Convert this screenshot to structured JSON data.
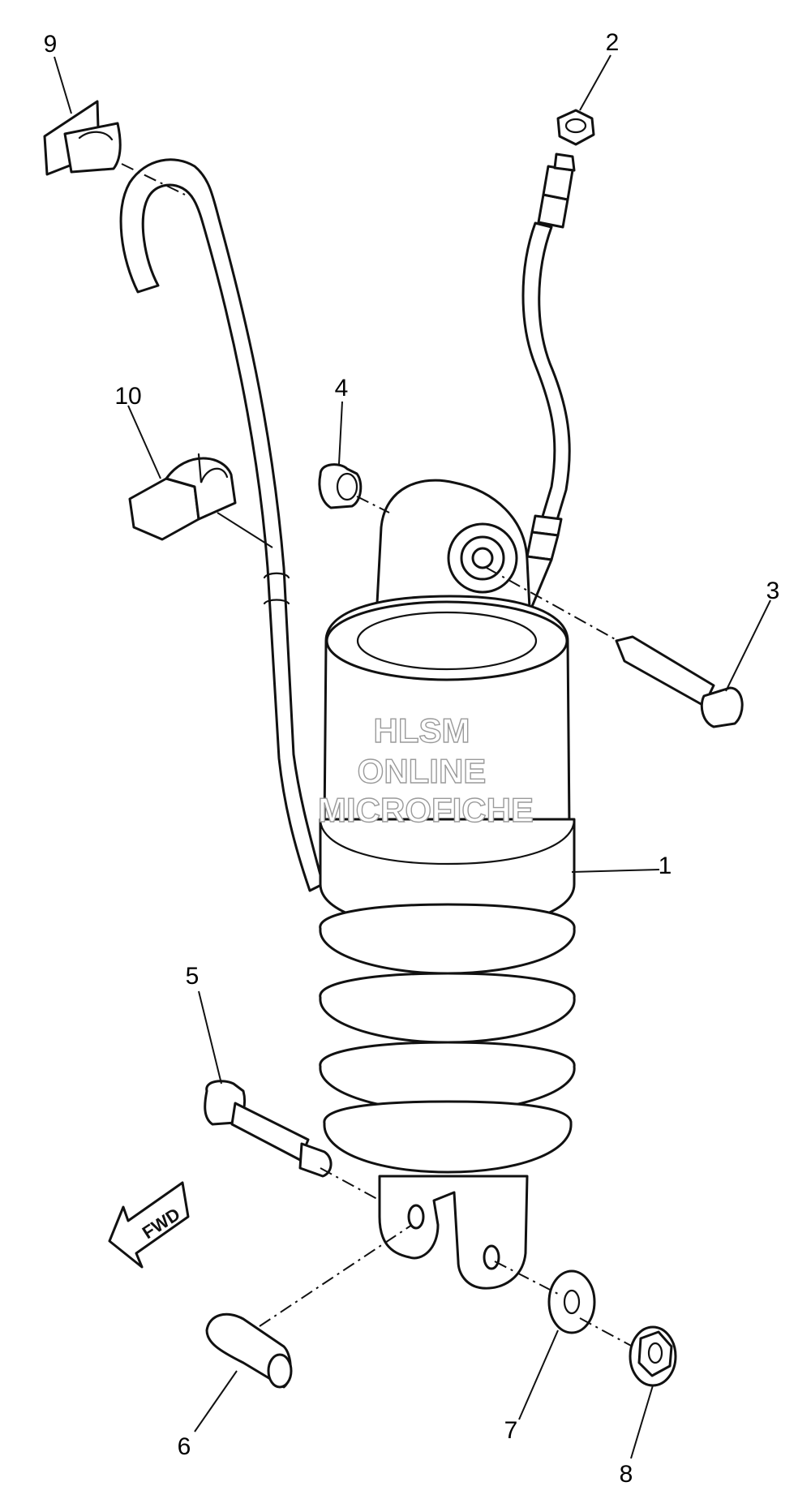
{
  "callouts": [
    "1",
    "2",
    "3",
    "4",
    "5",
    "6",
    "7",
    "8",
    "9",
    "10"
  ],
  "direction_label": "FWD",
  "watermark": [
    "HLSM",
    "ONLINE",
    "MICROFICHE"
  ]
}
